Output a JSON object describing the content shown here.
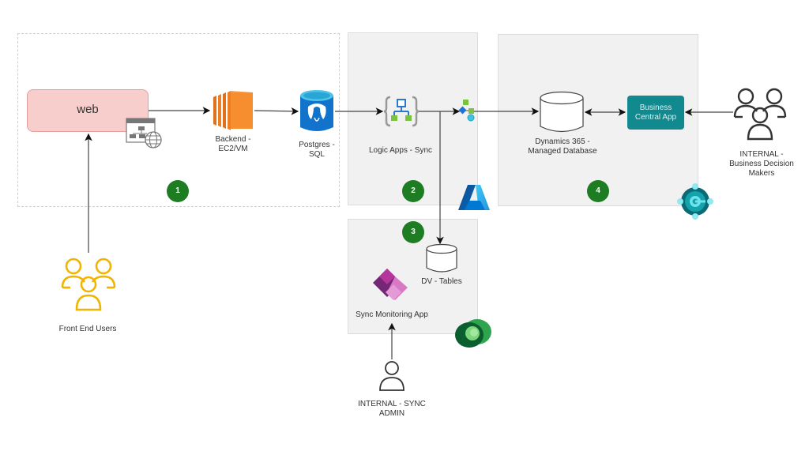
{
  "diagram": {
    "zones": [
      {
        "id": "1",
        "badge": "1",
        "style": "dashed"
      },
      {
        "id": "2",
        "badge": "2",
        "style": "solid-grey"
      },
      {
        "id": "3",
        "badge": "3",
        "style": "solid-grey"
      },
      {
        "id": "4",
        "badge": "4",
        "style": "solid-grey"
      }
    ],
    "nodes": {
      "web": {
        "label": "web",
        "icon": "web-app-globe-icon"
      },
      "backend": {
        "label_line1": "Backend -",
        "label_line2": "EC2/VM",
        "icon": "aws-ec2-icon"
      },
      "postgres": {
        "label_line1": "Postgres -",
        "label_line2": "SQL",
        "icon": "postgresql-database-icon"
      },
      "logic_apps": {
        "label": "Logic Apps - Sync",
        "icon": "logic-apps-icon"
      },
      "connector": {
        "icon": "integration-connector-icon"
      },
      "dynamics_db": {
        "label_line1": "Dynamics 365 -",
        "label_line2": "Managed Database",
        "icon": "database-cylinder-icon"
      },
      "business_central": {
        "label_line1": "Business",
        "label_line2": "Central App"
      },
      "dv_tables": {
        "label": "DV - Tables",
        "icon": "database-cylinder-icon"
      },
      "sync_monitoring": {
        "label": "Sync Monitoring App",
        "icon": "power-apps-icon"
      },
      "front_end_users": {
        "label": "Front End Users",
        "icon": "user-group-icon",
        "color": "#f0b400"
      },
      "business_decision_makers": {
        "label_line1": "INTERNAL -",
        "label_line2": "Business Decision",
        "label_line3": "Makers",
        "icon": "user-group-icon",
        "color": "#333333"
      },
      "sync_admin": {
        "label_line1": "INTERNAL - SYNC",
        "label_line2": "ADMIN",
        "icon": "user-icon"
      }
    },
    "brand_icons": {
      "azure": "azure-logo-icon",
      "business_central": "business-central-logo-icon",
      "dataverse": "dataverse-logo-icon"
    },
    "edges": [
      {
        "from": "web",
        "to": "backend"
      },
      {
        "from": "backend",
        "to": "postgres"
      },
      {
        "from": "postgres",
        "to": "logic_apps"
      },
      {
        "from": "logic_apps",
        "to": "connector"
      },
      {
        "from": "connector",
        "to": "dynamics_db"
      },
      {
        "from": "dynamics_db",
        "to": "business_central",
        "bidirectional": true
      },
      {
        "from": "business_decision_makers",
        "to": "business_central"
      },
      {
        "from": "logic_apps",
        "to": "dv_tables"
      },
      {
        "from": "front_end_users",
        "to": "web"
      },
      {
        "from": "sync_admin",
        "to": "sync_monitoring"
      }
    ],
    "colors": {
      "badge": "#1e7d22",
      "web_fill": "#f8cecc",
      "business_central_fill": "#12888f",
      "zone_fill": "#f1f1f1"
    }
  }
}
